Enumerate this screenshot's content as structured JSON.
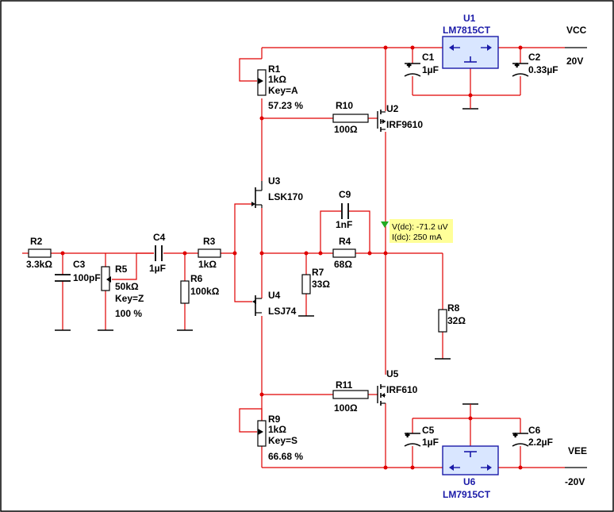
{
  "components": {
    "r1": {
      "ref": "R1",
      "value": "1kΩ",
      "key": "Key=A",
      "setting": "57.23 %"
    },
    "r2": {
      "ref": "R2",
      "value": "3.3kΩ"
    },
    "r3": {
      "ref": "R3",
      "value": "1kΩ"
    },
    "r4": {
      "ref": "R4",
      "value": "68Ω"
    },
    "r5": {
      "ref": "R5",
      "value": "50kΩ",
      "key": "Key=Z",
      "setting": "100 %"
    },
    "r6": {
      "ref": "R6",
      "value": "100kΩ"
    },
    "r7": {
      "ref": "R7",
      "value": "33Ω"
    },
    "r8": {
      "ref": "R8",
      "value": "32Ω"
    },
    "r9": {
      "ref": "R9",
      "value": "1kΩ",
      "key": "Key=S",
      "setting": "66.68 %"
    },
    "r10": {
      "ref": "R10",
      "value": "100Ω"
    },
    "r11": {
      "ref": "R11",
      "value": "100Ω"
    },
    "c1": {
      "ref": "C1",
      "value": "1µF"
    },
    "c2": {
      "ref": "C2",
      "value": "0.33µF"
    },
    "c3": {
      "ref": "C3",
      "value": "100pF"
    },
    "c4": {
      "ref": "C4",
      "value": "1µF"
    },
    "c5": {
      "ref": "C5",
      "value": "1µF"
    },
    "c6": {
      "ref": "C6",
      "value": "2.2µF"
    },
    "c9": {
      "ref": "C9",
      "value": "1nF"
    },
    "u1": {
      "ref": "U1",
      "part": "LM7815CT"
    },
    "u6": {
      "ref": "U6",
      "part": "LM7915CT"
    },
    "u2": {
      "ref": "U2",
      "part": "IRF9610"
    },
    "u5": {
      "ref": "U5",
      "part": "IRF610"
    },
    "u3": {
      "ref": "U3",
      "part": "LSK170"
    },
    "u4": {
      "ref": "U4",
      "part": "LSJ74"
    },
    "vcc": {
      "name": "VCC",
      "value": "20V"
    },
    "vee": {
      "name": "VEE",
      "value": "-20V"
    }
  },
  "probe": {
    "voltage": "V(dc): -71.2 uV",
    "current": "I(dc): 250 mA"
  },
  "colors": {
    "wire": "#e00000",
    "part_label": "#1a1aa8",
    "probe_bg": "#ffff99",
    "probe_marker": "#22aa22"
  }
}
